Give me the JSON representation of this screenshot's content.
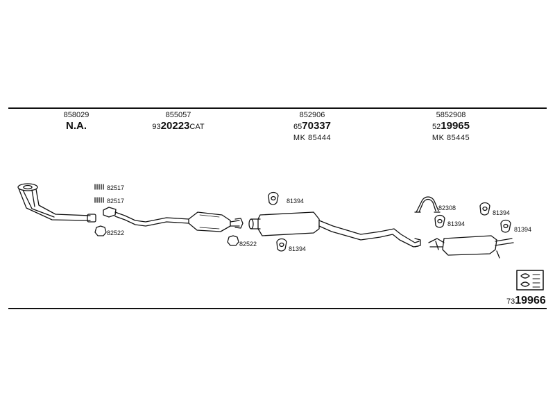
{
  "groups": [
    {
      "code": "858029",
      "main": "N.A.",
      "pre": "",
      "suf": "",
      "mk": ""
    },
    {
      "code": "855057",
      "main": "20223",
      "pre": "93",
      "suf": "CAT",
      "mk": ""
    },
    {
      "code": "852906",
      "main": "70337",
      "pre": "65",
      "suf": "",
      "mk": "MK  85444"
    },
    {
      "code": "5852908",
      "main": "19965",
      "pre": "52",
      "suf": "",
      "mk": "MK  85445"
    }
  ],
  "parts": {
    "p1": "82517",
    "p2": "82517",
    "p3": "82522",
    "p4": "82522",
    "p5": "81394",
    "p6": "81394",
    "p7": "82308",
    "p8": "81394",
    "p9": "81394",
    "p10": "81394"
  },
  "reference": {
    "pre": "73",
    "num": "19966"
  }
}
